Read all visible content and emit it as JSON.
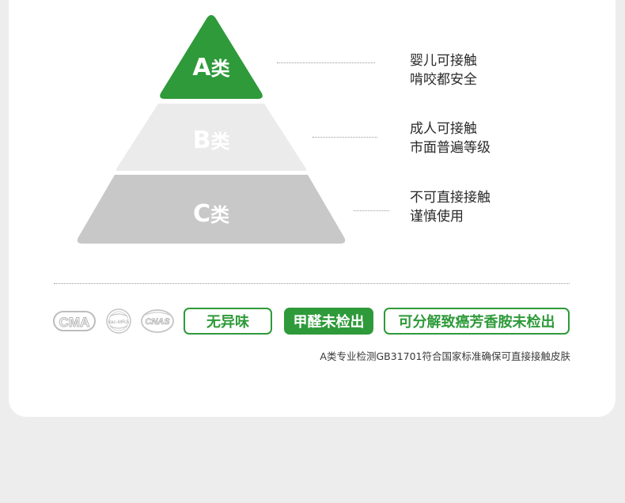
{
  "colors": {
    "accent_green": "#2e9a3a",
    "tier_a": "#2e9a3a",
    "tier_b": "#ebebeb",
    "tier_c": "#c8c8c8",
    "background": "#ededed",
    "card": "#ffffff"
  },
  "pyramid": {
    "tiers": [
      {
        "letter": "A",
        "suffix": "类",
        "desc_line1": "婴儿可接触",
        "desc_line2": "啃咬都安全"
      },
      {
        "letter": "B",
        "suffix": "类",
        "desc_line1": "成人可接触",
        "desc_line2": "市面普遍等级"
      },
      {
        "letter": "C",
        "suffix": "类",
        "desc_line1": "不可直接接触",
        "desc_line2": "谨慎使用"
      }
    ]
  },
  "certifications": {
    "cma": "CMA",
    "ilac": "ilac-MRA",
    "cnas": "CNAS"
  },
  "badges": {
    "no_odor": "无异味",
    "formaldehyde": "甲醛未检出",
    "amines": "可分解致癌芳香胺未检出"
  },
  "footnote": "A类专业检测GB31701符合国家标准确保可直接接触皮肤"
}
